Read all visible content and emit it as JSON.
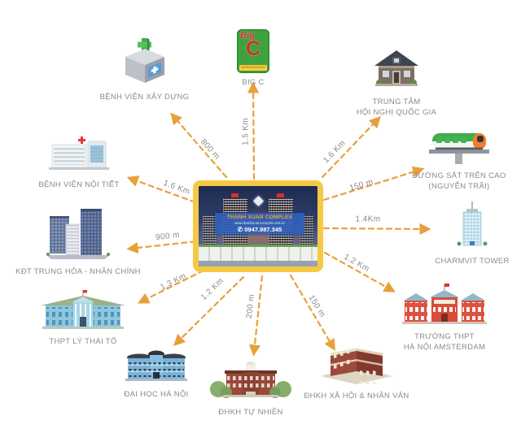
{
  "colors": {
    "arrow": "#E6A13B",
    "label_text": "#8A8A8A",
    "frame": "#F5C945"
  },
  "center": {
    "name": "THANH XUAN COMPLEX",
    "website": "www.thanhxuancomplex.net.vn",
    "phone_icon": "✆",
    "phone": "0947.987.345"
  },
  "bigc": {
    "word": "Big",
    "letter": "C",
    "band": "SUPERCENTER"
  },
  "landmarks": [
    {
      "label": "BỆNH VIỆN XÂY DỰNG",
      "distance": "800 m",
      "icon": "hospital-cube-icon"
    },
    {
      "label": "BIG C",
      "distance": "1.5 Km",
      "icon": "bigc-logo-icon"
    },
    {
      "label": "TRUNG TÂM\nHỘI NGHỊ QUỐC GIA",
      "distance": "1.6 Km",
      "icon": "house-icon"
    },
    {
      "label": "ĐƯỜNG SẮT TRÊN CAO\n(NGUYỄN TRÃI)",
      "distance": "150 m",
      "icon": "monorail-icon"
    },
    {
      "label": "CHARMVIT TOWER",
      "distance": "1.4Km",
      "icon": "office-tower-icon"
    },
    {
      "label": "TRƯỜNG THPT\nHÀ NỘI AMSTERDAM",
      "distance": "1.2 Km",
      "icon": "red-school-icon"
    },
    {
      "label": "ĐHKH XÃ HỘI & NHÂN VĂN",
      "distance": "150 m",
      "icon": "brick-corner-building-icon"
    },
    {
      "label": "ĐHKH TỰ NHIÊN",
      "distance": "200 m",
      "icon": "brick-university-icon"
    },
    {
      "label": "ĐẠI HỌC HÀ NỘI",
      "distance": "1.2 Km",
      "icon": "blue-university-icon"
    },
    {
      "label": "THPT LÝ THÁI TỔ",
      "distance": "1.3 Km",
      "icon": "blue-school-icon"
    },
    {
      "label": "KĐT TRUNG HÒA - NHÂN CHÍNH",
      "distance": "900 m",
      "icon": "tower-group-icon"
    },
    {
      "label": "BỆNH VIỆN NỘI TIẾT",
      "distance": "1.6 Km",
      "icon": "white-hospital-icon"
    }
  ]
}
